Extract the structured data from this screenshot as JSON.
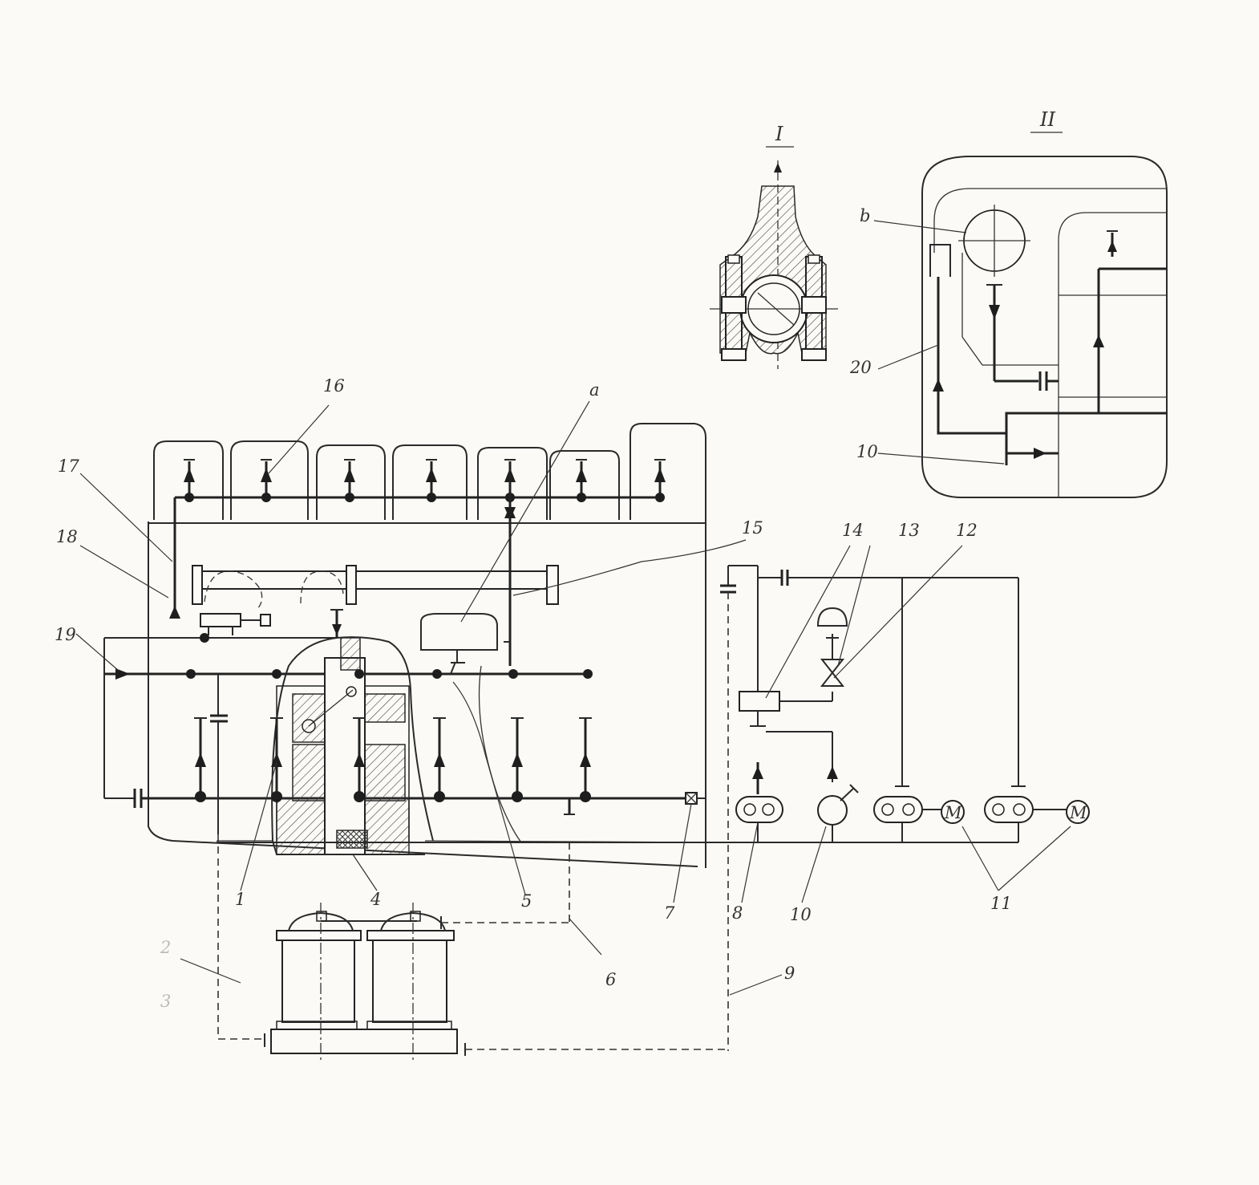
{
  "diagram": {
    "view_titles": [
      "I",
      "II"
    ],
    "callouts": [
      {
        "id": "n1",
        "text": "1"
      },
      {
        "id": "n2",
        "text": "2"
      },
      {
        "id": "n3",
        "text": "3"
      },
      {
        "id": "n4",
        "text": "4"
      },
      {
        "id": "n5",
        "text": "5"
      },
      {
        "id": "n6",
        "text": "6"
      },
      {
        "id": "n7",
        "text": "7"
      },
      {
        "id": "n8",
        "text": "8"
      },
      {
        "id": "n9",
        "text": "9"
      },
      {
        "id": "n10",
        "text": "10"
      },
      {
        "id": "n11",
        "text": "11"
      },
      {
        "id": "n12",
        "text": "12"
      },
      {
        "id": "n13",
        "text": "13"
      },
      {
        "id": "n14",
        "text": "14"
      },
      {
        "id": "n15",
        "text": "15"
      },
      {
        "id": "n16",
        "text": "16"
      },
      {
        "id": "n17",
        "text": "17"
      },
      {
        "id": "n18",
        "text": "18"
      },
      {
        "id": "n19",
        "text": "19"
      },
      {
        "id": "na",
        "text": "a"
      },
      {
        "id": "n20",
        "text": "20"
      },
      {
        "id": "nb",
        "text": "b"
      },
      {
        "id": "n10ii",
        "text": "10"
      }
    ],
    "motor_symbol": "M",
    "colors": {
      "ink": "#2a2a2a",
      "paper": "#fbfaf6"
    }
  }
}
